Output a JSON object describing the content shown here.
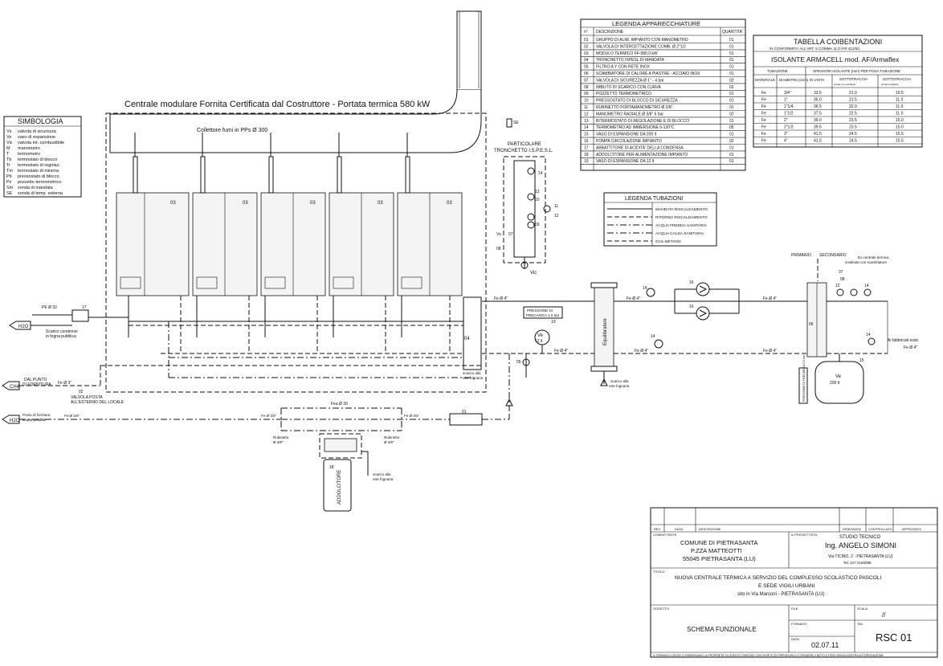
{
  "title_main": "Centrale modulare Fornita Certificata dal Costruttore - Portata termica 580 kW",
  "collettore_label": "Collettore fumi in PPs Ø 300",
  "particolare_label": [
    "PARTICOLARE",
    "TRONCHETTO I.S.P.E.S.L."
  ],
  "module_code": "03",
  "simbologia": {
    "title": "SIMBOLOGIA",
    "items": [
      {
        "sym": "Vs",
        "desc": "valvola di sicurezza"
      },
      {
        "sym": "Ve",
        "desc": "vaso di espansione"
      },
      {
        "sym": "Vic",
        "desc": "valvola int. combustibile"
      },
      {
        "sym": "M",
        "desc": "manometro"
      },
      {
        "sym": "T",
        "desc": "termometro"
      },
      {
        "sym": "Tb",
        "desc": "termostato di blocco"
      },
      {
        "sym": "Tr",
        "desc": "termostato di regolaz."
      },
      {
        "sym": "Tm",
        "desc": "termostato di minima"
      },
      {
        "sym": "Pb",
        "desc": "pressostato di blocco"
      },
      {
        "sym": "Pz",
        "desc": "pozzetto termometrico"
      },
      {
        "sym": "Sm",
        "desc": "sonda di mandata"
      },
      {
        "sym": "SE",
        "desc": "sonda di temp. esterna"
      }
    ]
  },
  "legenda_apparecchiature": {
    "title": "LEGENDA APPARECCHIATURE",
    "col_n": "n°",
    "col_desc": "DESCRIZIONE",
    "col_qty": "QUANTITA'",
    "rows": [
      {
        "n": "01",
        "desc": "GRUPPO DI ALIM. IMPIANTO CON MANOMETRO",
        "q": "01"
      },
      {
        "n": "02",
        "desc": "VALVOLA DI INTERCETTAZIONE COMB. Ø 2\"1/2",
        "q": "01"
      },
      {
        "n": "03",
        "desc": "MODULO TERMICO FF-580,0 kW",
        "q": "01"
      },
      {
        "n": "04",
        "desc": "TRONCHETTO ISPESL DI MANDATA",
        "q": "01"
      },
      {
        "n": "05",
        "desc": "FILTRO A Y CON RETE INOX",
        "q": "01"
      },
      {
        "n": "06",
        "desc": "SCAMBIATORE DI CALORE A PIASTRE - ACCIAIO INOX",
        "q": "01"
      },
      {
        "n": "07",
        "desc": "VALVOLA DI SICUREZZA Ø 1\" - 4 bar",
        "q": "02"
      },
      {
        "n": "08",
        "desc": "IMBUTO DI SCARICO CON CURVA",
        "q": "02"
      },
      {
        "n": "09",
        "desc": "POZZETTO TERMOMETRICO",
        "q": "01"
      },
      {
        "n": "10",
        "desc": "PRESSOSTATO DI BLOCCO DI SICUREZZA",
        "q": "01"
      },
      {
        "n": "11",
        "desc": "RUBINETTO PORTAMANOMETRO Ø 3/8\"",
        "q": "01"
      },
      {
        "n": "12",
        "desc": "MANOMETRO RADIALE Ø 3/8\" 6 bar",
        "q": "02"
      },
      {
        "n": "13",
        "desc": "BITERMOSTATO DI REGOLAZIONE E DI BLOCCO",
        "q": "01"
      },
      {
        "n": "14",
        "desc": "TERMOMETRO AD IMMERSIONE 0-120°C",
        "q": "05"
      },
      {
        "n": "15",
        "desc": "VASO DI ESPANSIONE DA 200 lt",
        "q": "01"
      },
      {
        "n": "16",
        "desc": "POMPA CIRCOLAZIONE IMPIANTO",
        "q": "02"
      },
      {
        "n": "17",
        "desc": "ABBATTITORE DI ACIDITA' DELLA CONDENSA",
        "q": "01"
      },
      {
        "n": "18",
        "desc": "ADDOLCITORE PER ALIMENTAZIONE IMPIANTO",
        "q": "01"
      },
      {
        "n": "19",
        "desc": "VASO DI ESPANSIONE DA 12 lt",
        "q": "01"
      }
    ]
  },
  "tabella_coibentazioni": {
    "title": "TABELLA COIBENTAZIONI",
    "subtitle": "IN CONFORMITA' ALL'ART. 5 COMMA 11 D.P.R 412/93,",
    "isolante": "ISOLANTE ARMACELL mod. AF/Armaflex",
    "h_tubazione": "TUBAZIONE",
    "h_spessori": "SPESSORI ISOLANTE (mm) PER POSA TUBAZIONE",
    "h_materiale": "MATERIALE",
    "h_diametro": "DIAMETRO (inch)",
    "h_vista": "IN VISTA",
    "h_sotto1": "SOTTOTRACCIA",
    "h_sotto1b": "(locali non riscaldati)",
    "h_sotto2": "SOTTOTRACCIA",
    "h_sotto2b": "(locali riscaldati)",
    "rows": [
      [
        "Fe",
        "3/4\"",
        "33.5",
        "21.0",
        "10.5"
      ],
      [
        "Fe",
        "1\"",
        "35.0",
        "21.5",
        "11.0"
      ],
      [
        "Fe",
        "1\"1/4",
        "36.5",
        "22.0",
        "11.0"
      ],
      [
        "Fe",
        "1\"1/2",
        "37.5",
        "22.5",
        "11.0"
      ],
      [
        "Fe",
        "2\"",
        "39.0",
        "23.5",
        "15.0"
      ],
      [
        "Fe",
        "2\"1/2",
        "39.5",
        "23.5",
        "15.0"
      ],
      [
        "Fe",
        "3\"",
        "41.5",
        "24.5",
        "15.5"
      ],
      [
        "Fe",
        "4\"",
        "41.5",
        "24.5",
        "15.5"
      ]
    ]
  },
  "legenda_tubazioni": {
    "title": "LEGENDA TUBAZIONI",
    "items": [
      "MANDATA RISCALDAMENTO",
      "RITORNO RISCALDAMENTO",
      "ACQUA FREDDA SANITARIA",
      "ACQUA CALDA SANITARIA",
      "GAS METANO"
    ]
  },
  "labels": {
    "pe": "PE Ø 32",
    "h2o_drain": "H2O",
    "scarico_condense": [
      "Scarico condense",
      "in fogna pubblica"
    ],
    "ch4": "CH4",
    "dal_punto": [
      "DAL PUNTO",
      "DI FORNITURA"
    ],
    "fe3": "Fe Ø 3\"",
    "valvola_posta": [
      "VALVOLA POSTA",
      "ALL'ESTERNO DEL LOCALE"
    ],
    "h2o_supply": "H2O",
    "punto_fornitura": [
      "Punto di fornitura",
      "acqua potabile"
    ],
    "fe_half": "Fe Ø 3/4\"",
    "fe_half2": "Fe Ø 3/4\"",
    "fe_half3": "Fe Ø 3/4\"",
    "fe_30": "Fea Ø 30",
    "rubinetto_left": [
      "Rubinetto",
      "Ø 3/8\""
    ],
    "rubinetto_right": [
      "Rubinetto",
      "Ø 3/8\""
    ],
    "addolcitore": "ADDOLCITORE",
    "scarico_rete": [
      "scarico alla",
      "rete fognaria"
    ],
    "pressione": [
      "PRESSIONE DI",
      "PRECARICA 1,5 bar"
    ],
    "ve12": [
      "Ve",
      "12 lt"
    ],
    "ve200": [
      "Ve",
      "200 lt"
    ],
    "precarica_vert": "PRESSIONE DI PRECARICA 2,5 bar",
    "equilibratore": "Equilibratore",
    "primario": "PRIMARIO",
    "secondario": "SECONDARIO",
    "ex_centrale": [
      "Ex centrale termica",
      "sostituita con scambiatore"
    ],
    "ai_fabbricati": [
      "Ai fabbricati esist.",
      "Fe Ø 4\""
    ],
    "fe4": "Fe Ø 4\"",
    "scarico_fogna_a": [
      "scarico alla",
      "rete fognaria"
    ],
    "scarico_fogna_b": [
      "scarico alla",
      "rete fognaria"
    ],
    "se": "SE",
    "vic": "Vic",
    "vs": "Vs"
  },
  "title_block": {
    "headers": {
      "rev": "REV",
      "data": "DATA",
      "descrizione": "DESCRIZIONE",
      "disegnato": "DISEGNATO",
      "controllato": "CONTROLLATO",
      "approvato": "APPROVATO"
    },
    "committente_label": "COMMITTENTE",
    "committente": [
      "COMUNE DI PIETRASANTA",
      "P.ZZA MATTEOTTI",
      "55045 PIETRASANTA (LU)"
    ],
    "progettista_label": "IL PROGETTISTA",
    "studio": "STUDIO TECNICO",
    "ingegnere": "Ing. ANGELO SIMONI",
    "indirizzo": "Via TICINO, 2 - PIETRASANTA (LU)",
    "tel": "Tel. 347 0160098",
    "titolo_label": "TITOLO",
    "titolo": [
      "NUOVA CENTRALE TERMICA A SERVIZIO DEL COMPLESSO SCOLASTICO PASCOLI",
      "E SEDE VIGILI URBANI",
      "sito in Via Marconi - PIETRASANTA (LU)"
    ],
    "oggetto_label": "OGGETTO",
    "oggetto": "SCHEMA FUNZIONALE",
    "file_label": "FILE",
    "scala_label": "SCALA",
    "scala": "//",
    "formato_label": "FORMATO",
    "data_label": "DATA",
    "data": "02.07.11",
    "tav_label": "TAV.",
    "tav": "RSC 01",
    "footer": "A TERMINI DI LEGGE CI RISERVIAMO LA PROPRIETA' DI QUESTO DISEGNO CON DIVIETO DI RIPRODURLO O RENDERLO NOTO A TERZI SENZA NOSTRA AUTORIZZAZIONE"
  },
  "tags": {
    "t01": "01",
    "t02": "02",
    "t04": "04",
    "t05": "05",
    "t06": "06",
    "t07": "07",
    "t08": "08",
    "t09": "09",
    "t10": "10",
    "t11": "11",
    "t12": "12",
    "t13": "13",
    "t14": "14",
    "t15": "15",
    "t16": "16",
    "t17": "17",
    "t18": "18",
    "t19": "19"
  }
}
